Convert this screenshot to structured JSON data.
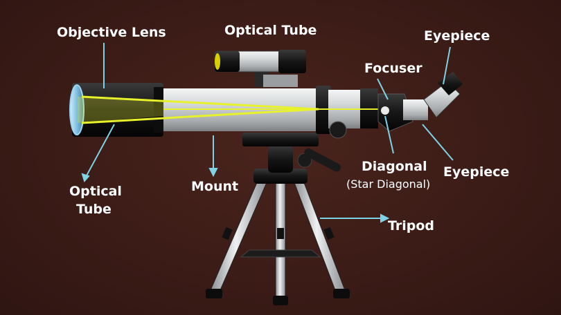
{
  "labels": {
    "objective_lens": "Objective Lens",
    "optical_tube_top": "Optical Tube",
    "eyepiece_top": "Eyepiece",
    "focuser": "Focuser",
    "diagonal": "Diagonal",
    "diagonal_sub": "(Star Diagonal)",
    "eyepiece_right": "Eyepiece",
    "optical_tube_left_line1": "Optical",
    "optical_tube_left_line2": "Tube",
    "mount": "Mount",
    "tripod": "Tripod"
  },
  "colors": {
    "background": "#3b1c17",
    "callout_line": "#7fd3e6",
    "light_beam": "#e8f22a",
    "tube_silver": "#d9dcdd",
    "black_parts": "#151515"
  },
  "icons": {
    "telescope": "refractor-telescope-illustration"
  }
}
